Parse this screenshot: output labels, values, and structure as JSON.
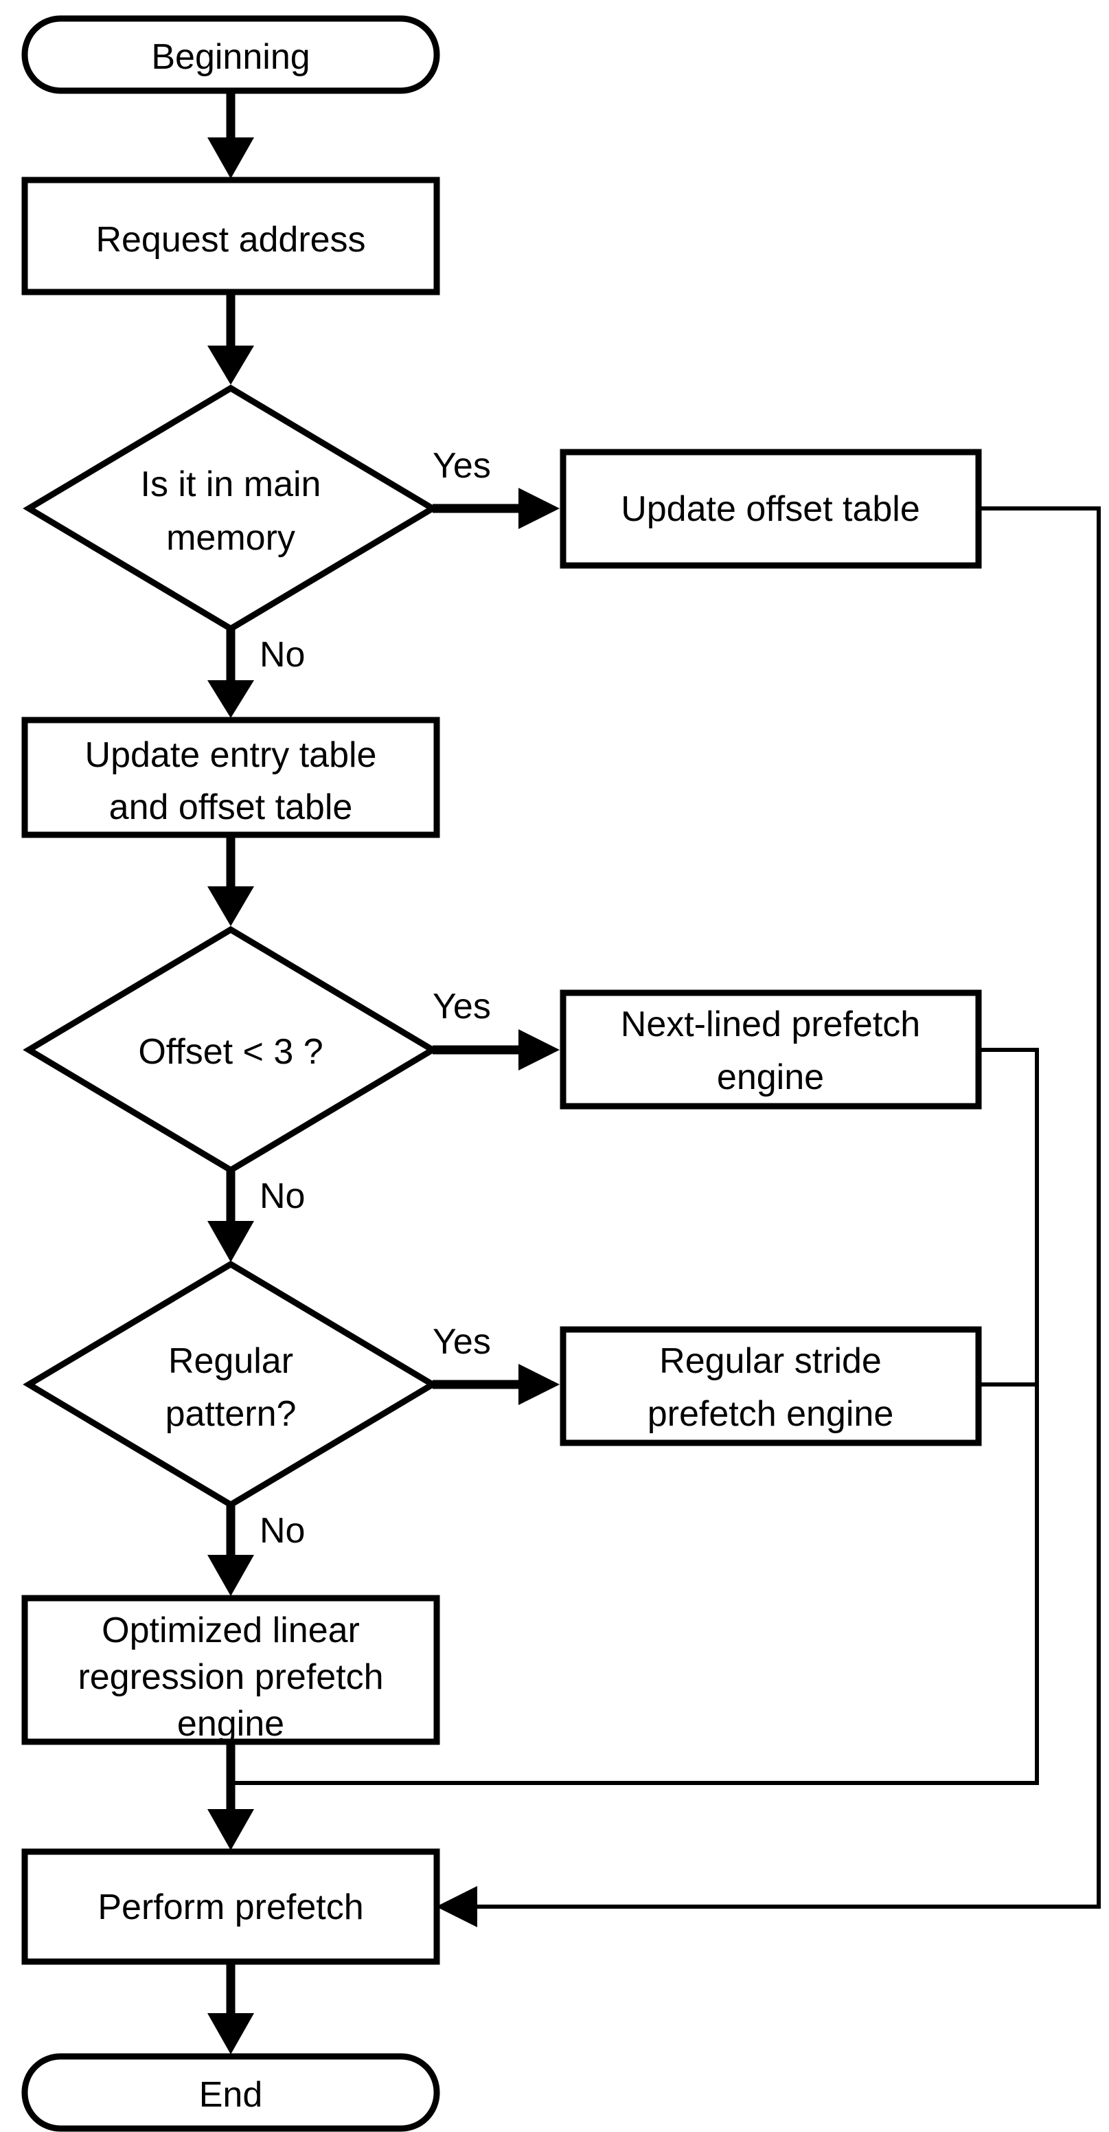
{
  "nodes": {
    "beginning": "Beginning",
    "request_address": "Request address",
    "in_main_memory": [
      "Is it in main",
      "memory"
    ],
    "update_offset_table": "Update offset table",
    "update_entry_table": [
      "Update entry table",
      "and offset table"
    ],
    "offset_check": "Offset < 3 ?",
    "next_lined_engine": [
      "Next-lined prefetch",
      "engine"
    ],
    "regular_pattern": [
      "Regular",
      "pattern?"
    ],
    "regular_stride_engine": [
      "Regular stride",
      "prefetch engine"
    ],
    "linear_regression_engine": [
      "Optimized linear",
      "regression prefetch",
      "engine"
    ],
    "perform_prefetch": "Perform prefetch",
    "end": "End"
  },
  "edge_labels": {
    "memory_yes": "Yes",
    "memory_no": "No",
    "offset_yes": "Yes",
    "offset_no": "No",
    "pattern_yes": "Yes",
    "pattern_no": "No"
  }
}
